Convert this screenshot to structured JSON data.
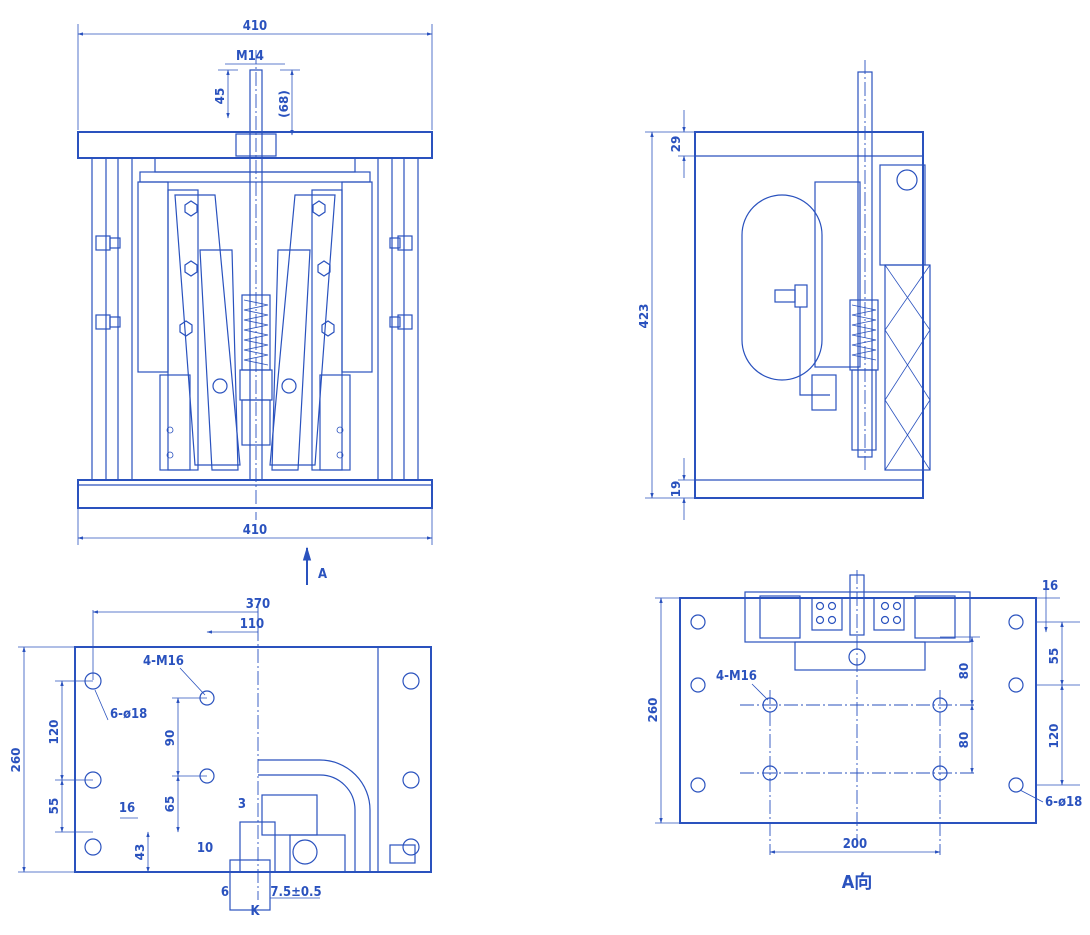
{
  "front_view": {
    "dim_width_top": "410",
    "dim_width_bottom": "410",
    "dim_thread": "M14",
    "dim_45": "45",
    "dim_68": "(68)",
    "view_arrow_label": "A"
  },
  "side_view": {
    "dim_height": "423",
    "dim_top": "29",
    "dim_bottom": "19"
  },
  "plan_view": {
    "dim_370": "370",
    "dim_110": "110",
    "dim_260": "260",
    "dim_120": "120",
    "dim_55": "55",
    "dim_16": "16",
    "dim_43": "43",
    "dim_90": "90",
    "dim_65": "65",
    "dim_10": "10",
    "dim_3": "3",
    "dim_6": "6",
    "dim_tol": "7.5±0.5",
    "dim_K": "K",
    "label_m16": "4-M16",
    "label_hole": "6-ø18"
  },
  "a_view": {
    "dim_260": "260",
    "dim_16": "16",
    "dim_55": "55",
    "dim_80a": "80",
    "dim_80b": "80",
    "dim_120": "120",
    "dim_200": "200",
    "label_m16": "4-M16",
    "label_hole": "6-ø18",
    "view_title": "A向"
  }
}
